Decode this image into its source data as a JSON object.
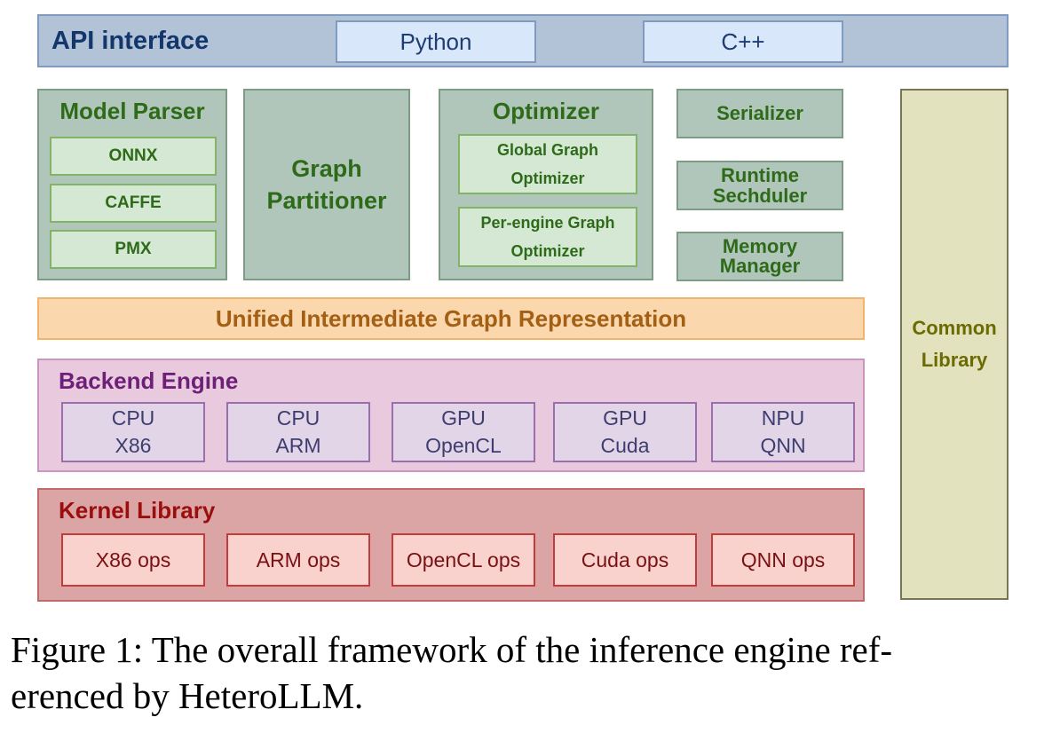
{
  "api": {
    "title": "API interface",
    "bindings": [
      "Python",
      "C++"
    ]
  },
  "model_parser": {
    "title": "Model Parser",
    "items": [
      "ONNX",
      "CAFFE",
      "PMX"
    ]
  },
  "graph_partitioner": {
    "line1": "Graph",
    "line2": "Partitioner"
  },
  "optimizer": {
    "title": "Optimizer",
    "items": [
      {
        "line1": "Global Graph",
        "line2": "Optimizer"
      },
      {
        "line1": "Per-engine Graph",
        "line2": "Optimizer"
      }
    ]
  },
  "serializer": {
    "label": "Serializer"
  },
  "runtime_scheduler": {
    "line1": "Runtime",
    "line2": "Sechduler"
  },
  "memory_manager": {
    "line1": "Memory",
    "line2": "Manager"
  },
  "unified_ir": {
    "label": "Unified Intermediate Graph Representation"
  },
  "backend": {
    "title": "Backend Engine",
    "engines": [
      {
        "line1": "CPU",
        "line2": "X86"
      },
      {
        "line1": "CPU",
        "line2": "ARM"
      },
      {
        "line1": "GPU",
        "line2": "OpenCL"
      },
      {
        "line1": "GPU",
        "line2": "Cuda"
      },
      {
        "line1": "NPU",
        "line2": "QNN"
      }
    ]
  },
  "kernel": {
    "title": "Kernel Library",
    "ops": [
      "X86 ops",
      "ARM ops",
      "OpenCL ops",
      "Cuda ops",
      "QNN ops"
    ]
  },
  "common_library": {
    "line1": "Common",
    "line2": "Library"
  },
  "caption": {
    "line1": "Figure 1: The overall framework of the inference engine ref-",
    "line2": "erenced by HeteroLLM."
  },
  "colors": {
    "api_fill": "#b2c3d8",
    "module_fill": "#b1c6bb",
    "ir_fill": "#fad7ac",
    "backend_fill": "#e8c9de",
    "kernel_fill": "#dca5a5",
    "common_fill": "#e2e2bf"
  }
}
